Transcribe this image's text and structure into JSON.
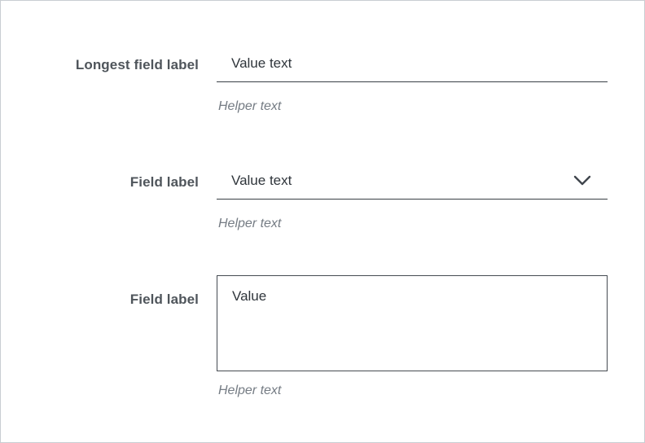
{
  "page": {
    "background": "#ffffff",
    "border_color": "#c9cdd2",
    "label_color": "#4f555b",
    "value_color": "#2f353b",
    "helper_color": "#757c84",
    "line_color": "#383f45"
  },
  "fields": [
    {
      "type": "text-input",
      "label": "Longest field label",
      "value": "Value text",
      "helper": "Helper text"
    },
    {
      "type": "select",
      "label": "Field label",
      "value": "Value text",
      "helper": "Helper text",
      "icon": "chevron-down-icon"
    },
    {
      "type": "textarea",
      "label": "Field label",
      "value": "Value",
      "helper": "Helper text"
    }
  ]
}
